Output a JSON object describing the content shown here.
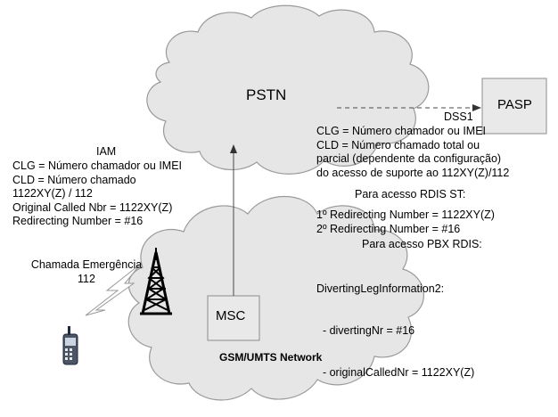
{
  "clouds": {
    "pstn_label": "PSTN",
    "gsm_label": "GSM/UMTS Network"
  },
  "nodes": {
    "pasp_label": "PASP",
    "msc_label": "MSC"
  },
  "links": {
    "dss1_label": "DSS1"
  },
  "iam_block": {
    "title": "IAM",
    "lines": [
      "CLG = Número chamador ou IMEI",
      "CLD = Número chamado",
      "1122XY(Z) / 112",
      "Original Called Nbr = 1122XY(Z)",
      "Redirecting Number = #16"
    ]
  },
  "emergency_block": {
    "line1": "Chamada Emergência",
    "line2": "112"
  },
  "dss1_block": {
    "lines": [
      "CLG = Número chamador ou IMEI",
      "CLD = Número chamado total ou",
      "parcial (dependente da configuração)",
      "do acesso de suporte ao 112XY(Z)/112"
    ],
    "rdis_header": "Para acesso RDIS ST:",
    "rdis_lines": [
      "1º Redirecting Number = 1122XY(Z)",
      "2º Redirecting Number = #16"
    ],
    "pbx_header": "Para acesso PBX RDIS:",
    "pbx_lines": [
      "DivertingLegInformation2:",
      "  - divertingNr = #16",
      "  - originalCalledNr = 1122XY(Z)"
    ]
  },
  "colors": {
    "cloud_fill": "#e6e6e6",
    "cloud_stroke": "#9a9a9a",
    "box_fill": "#e9e9e9",
    "box_stroke": "#8c8c8c",
    "line": "#4a4a4a"
  },
  "icons": [
    "cloud-icon",
    "antenna-tower-icon",
    "lightning-bolt-icon",
    "mobile-phone-icon",
    "arrow-icon"
  ]
}
